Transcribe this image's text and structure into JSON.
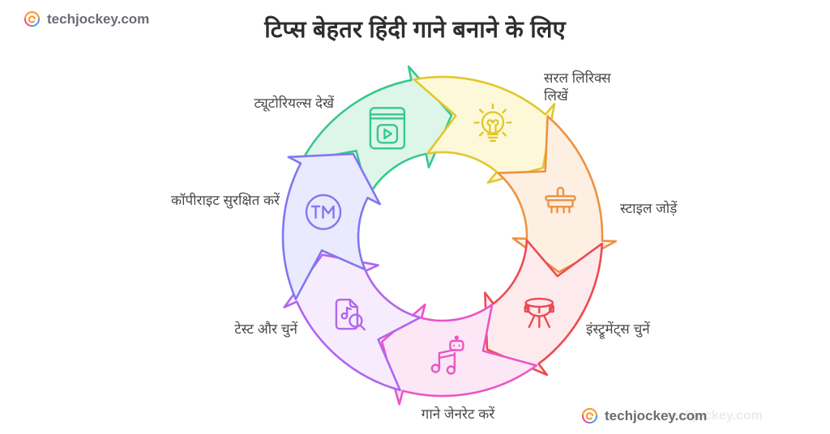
{
  "page": {
    "title": "टिप्स बेहतर हिंदी गाने बनाने के लिए",
    "title_color": "#2e2e2e",
    "background": "#ffffff"
  },
  "brand": {
    "name": "techjockey.com",
    "text_color": "#686d73",
    "swirl_colors": [
      "#f59b2e",
      "#ee4d9b",
      "#4d9bee"
    ]
  },
  "watermark": {
    "text": "techjockey.com"
  },
  "cycle": {
    "direction": "clockwise",
    "segments": [
      {
        "id": "watch-tutorials",
        "label": "ट्यूटोरियल्स देखें",
        "icon": "video-tutorial-icon",
        "stroke": "#35c98c",
        "fill": "#def6e9"
      },
      {
        "id": "write-simple-lyrics",
        "label": "सरल लिरिक्स लिखें",
        "icon": "lightbulb-icon",
        "stroke": "#e2c72e",
        "fill": "#fcf8d8"
      },
      {
        "id": "add-style",
        "label": "स्टाइल जोड़ें",
        "icon": "paintbrush-icon",
        "stroke": "#ef9140",
        "fill": "#fdf0e2"
      },
      {
        "id": "choose-instruments",
        "label": "इंस्ट्रूमेंट्स चुनें",
        "icon": "drum-icon",
        "stroke": "#ed4a52",
        "fill": "#fdeaec"
      },
      {
        "id": "generate-songs",
        "label": "गाने जेनरेट करें",
        "icon": "ai-music-note-icon",
        "stroke": "#ec54c6",
        "fill": "#fbe7f5"
      },
      {
        "id": "test-and-choose",
        "label": "टेस्ट और चुनें",
        "icon": "music-file-search-icon",
        "stroke": "#b266ec",
        "fill": "#f7ecfd"
      },
      {
        "id": "protect-copyright",
        "label": "कॉपीराइट सुरक्षित करें",
        "icon": "trademark-icon",
        "stroke": "#8177f1",
        "fill": "#eae9fd"
      }
    ]
  }
}
